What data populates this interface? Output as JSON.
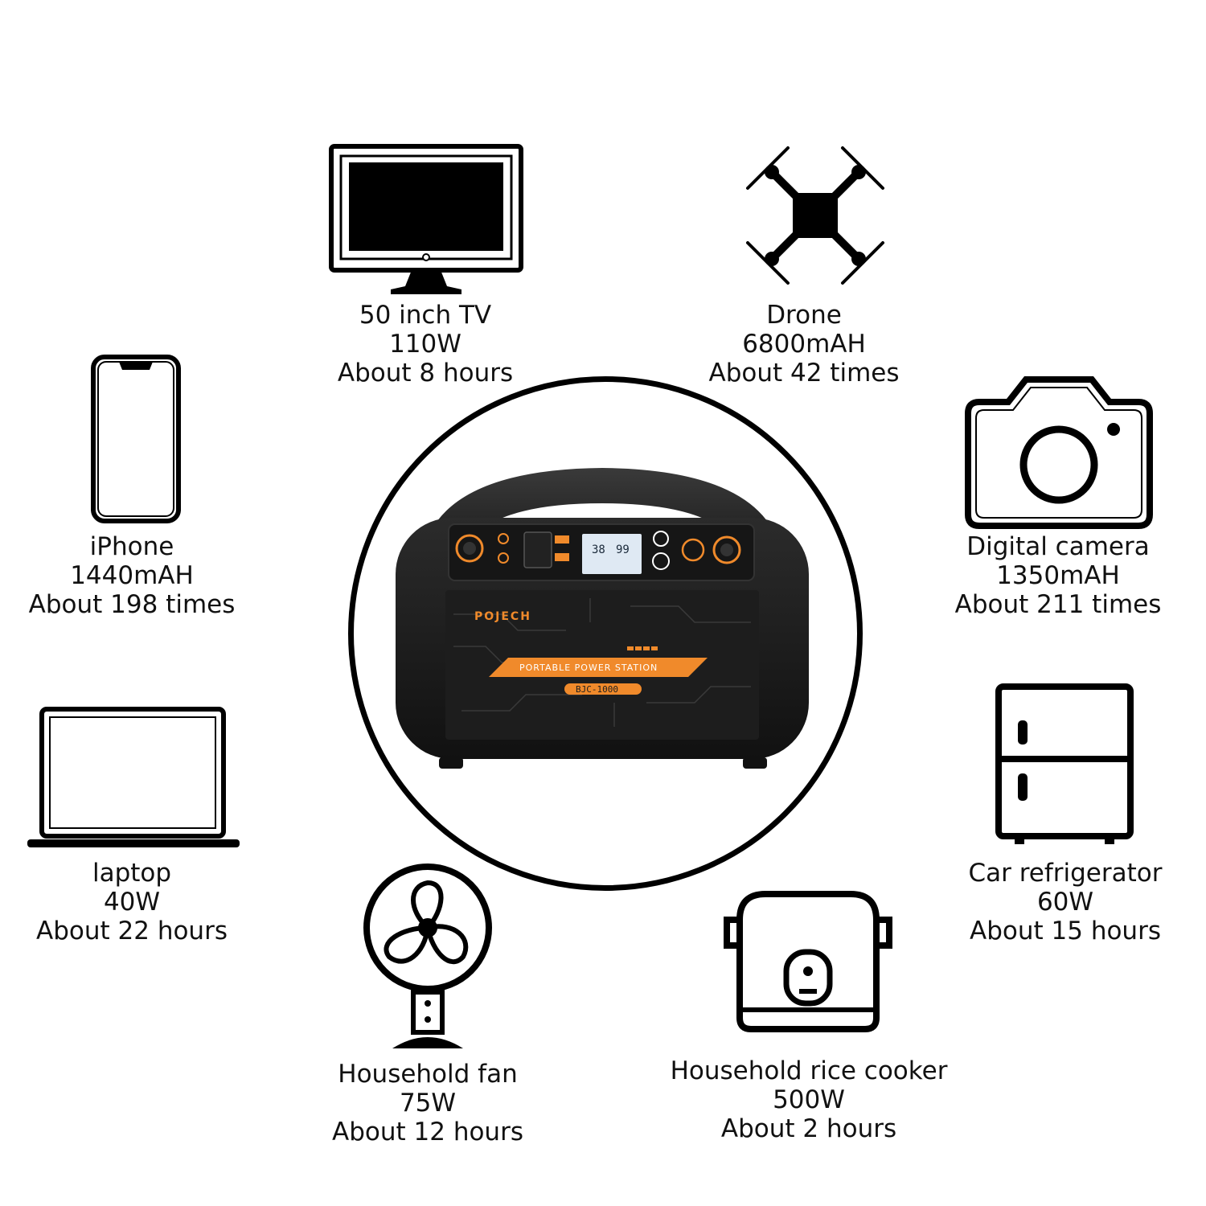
{
  "items": [
    {
      "name": "50 inch TV",
      "spec": "110W",
      "duration": "About 8 hours",
      "icon": "tv-icon"
    },
    {
      "name": "Drone",
      "spec": "6800mAH",
      "duration": "About 42 times",
      "icon": "drone-icon"
    },
    {
      "name": "iPhone",
      "spec": "1440mAH",
      "duration": "About 198 times",
      "icon": "phone-icon"
    },
    {
      "name": "Digital camera",
      "spec": "1350mAH",
      "duration": "About 211 times",
      "icon": "camera-icon"
    },
    {
      "name": "laptop",
      "spec": "40W",
      "duration": "About 22 hours",
      "icon": "laptop-icon"
    },
    {
      "name": "Car refrigerator",
      "spec": "60W",
      "duration": "About 15 hours",
      "icon": "refrigerator-icon"
    },
    {
      "name": "Household fan",
      "spec": "75W",
      "duration": "About 12 hours",
      "icon": "fan-icon"
    },
    {
      "name": "Household rice cooker",
      "spec": "500W",
      "duration": "About 2 hours",
      "icon": "rice-cooker-icon"
    }
  ],
  "product": {
    "brand": "POJECH",
    "subtitle": "PORTABLE POWER STATION",
    "model": "BJC-1000",
    "display_left": "38",
    "display_right": "99"
  },
  "colors": {
    "accent": "#f08a2b",
    "body": "#1c1c1c",
    "outline": "#000000"
  }
}
